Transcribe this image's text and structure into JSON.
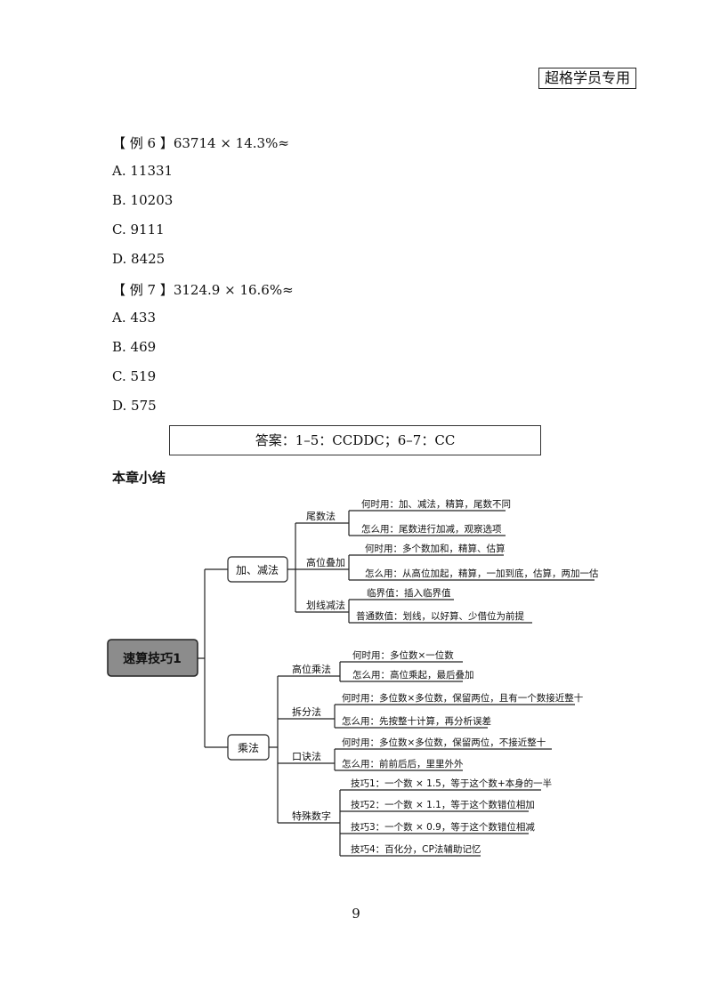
{
  "header": {
    "badge": "超格学员专用"
  },
  "questions": [
    {
      "stem": "【 例 6 】63714 × 14.3%≈",
      "options": [
        "A. 11331",
        "B. 10203",
        "C. 9111",
        "D. 8425"
      ]
    },
    {
      "stem": "【 例 7 】3124.9 × 16.6%≈",
      "options": [
        "A. 433",
        "B. 469",
        "C. 519",
        "D. 575"
      ]
    }
  ],
  "answer": "答案：1–5：CCDDC；6–7：CC",
  "summary": {
    "title": "本章小结",
    "root": "速算技巧1",
    "branch_add": "加、减法",
    "branch_mul": "乘法",
    "add": {
      "weishu": {
        "label": "尾数法",
        "items": [
          "何时用：加、减法，精算，尾数不同",
          "怎么用：尾数进行加减，观察选项"
        ]
      },
      "gaowei": {
        "label": "高位叠加",
        "items": [
          "何时用：多个数加和，精算、估算",
          "怎么用：从高位加起，精算，一加到底，估算，两加一估"
        ]
      },
      "huaxian": {
        "label": "划线减法",
        "items": [
          "临界值：插入临界值",
          "普通数值：划线，以好算、少借位为前提"
        ]
      }
    },
    "mul": {
      "gaowei": {
        "label": "高位乘法",
        "items": [
          "何时用：多位数×一位数",
          "怎么用：高位乘起，最后叠加"
        ]
      },
      "chaifen": {
        "label": "拆分法",
        "items": [
          "何时用：多位数×多位数，保留两位，且有一个数接近整十",
          "怎么用：先按整十计算，再分析误差"
        ]
      },
      "koujue": {
        "label": "口诀法",
        "items": [
          "何时用：多位数×多位数，保留两位，不接近整十",
          "怎么用：前前后后，里里外外"
        ]
      },
      "teshu": {
        "label": "特殊数字",
        "items": [
          "技巧1：一个数 × 1.5，等于这个数+本身的一半",
          "技巧2：一个数 × 1.1，等于这个数错位相加",
          "技巧3：一个数 × 0.9，等于这个数错位相减",
          "技巧4：百化分，CP法辅助记忆"
        ]
      }
    }
  },
  "page_number": "9",
  "colors": {
    "root_fill": "#8c8c8c",
    "line": "#222222"
  }
}
